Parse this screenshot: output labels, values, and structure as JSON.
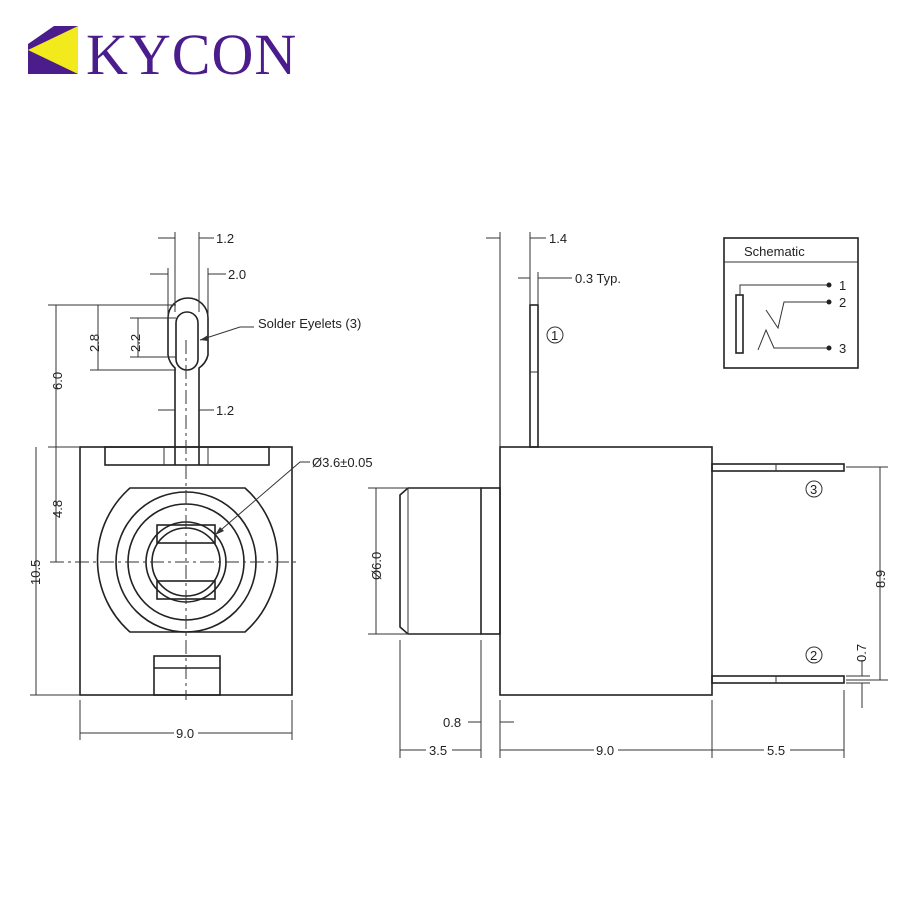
{
  "brand": {
    "name": "KYCON",
    "color": "#4b1c8c",
    "accent": "#f2ea1c"
  },
  "labels": {
    "solder_eyelets": "Solder Eyelets (3)",
    "hole_diameter": "Ø3.6±0.05",
    "body_diameter": "Ø6.0",
    "typ_thickness": "0.3 Typ."
  },
  "dims_front": {
    "top_width": "1.2",
    "eyelet_width": "2.0",
    "eyelet_outer_height": "2.8",
    "eyelet_inner_height": "2.2",
    "eyelet_offset": "6.0",
    "neck_width": "1.2",
    "center_height": "4.8",
    "total_height": "10.5",
    "width": "9.0"
  },
  "dims_side": {
    "pin_thickness": "1.4",
    "pin_span": "8.9",
    "pin_offset": "0.7",
    "flange": "0.8",
    "nose_length": "3.5",
    "body_length": "9.0",
    "pin_length": "5.5"
  },
  "pins": [
    "1",
    "2",
    "3"
  ],
  "schematic": {
    "title": "Schematic",
    "pins": [
      "1",
      "2",
      "3"
    ]
  }
}
